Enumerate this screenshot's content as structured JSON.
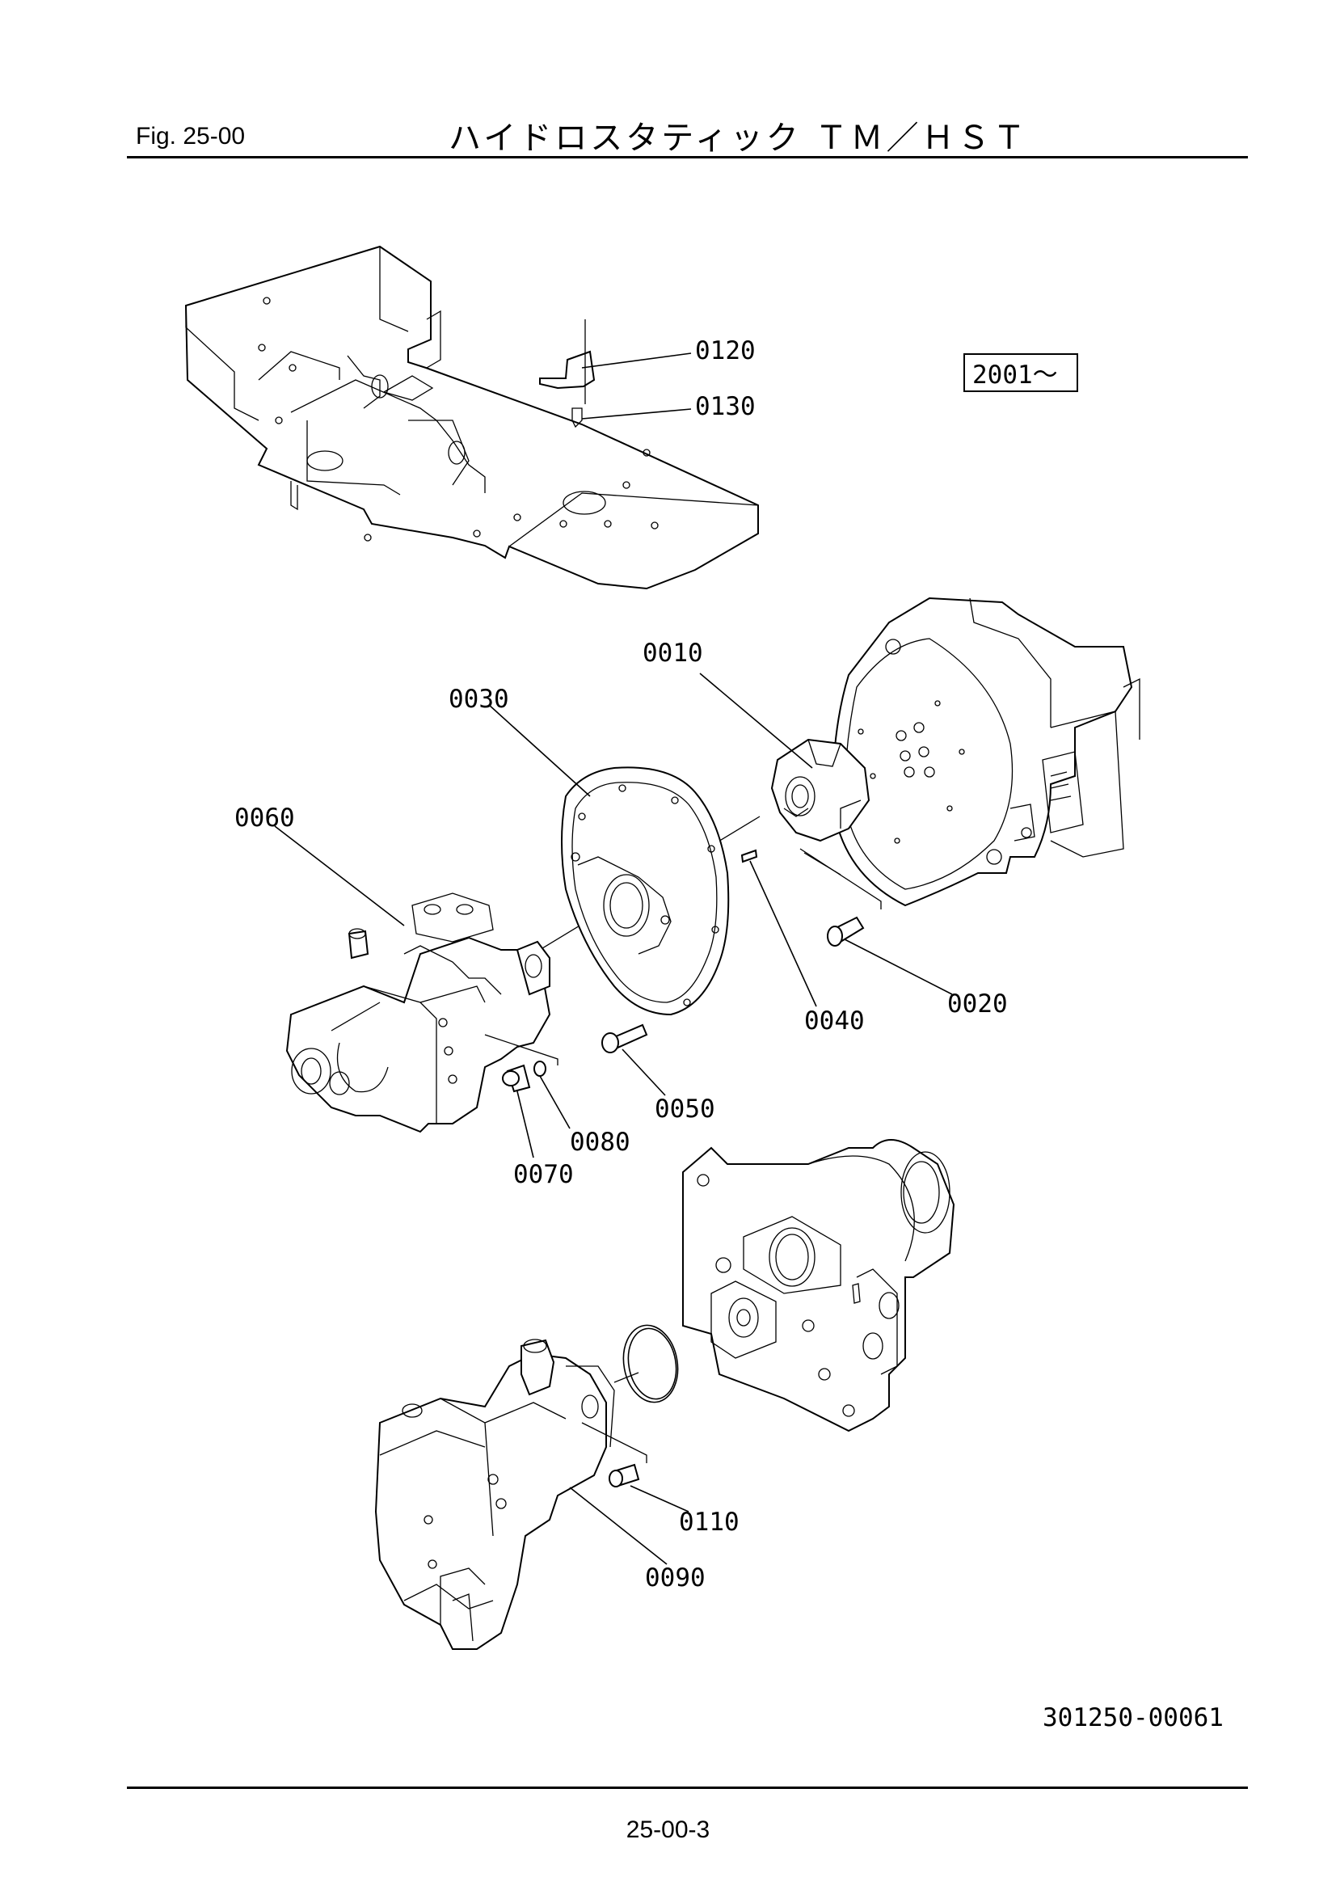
{
  "header": {
    "fig_label": "Fig.  25-00",
    "title": "ハイドロスタティック ＴＭ／ＨＳＴ"
  },
  "serial_box": "2001～",
  "drawing_number": "301250-00061",
  "page_number": "25-00-3",
  "callouts": {
    "p0010": "0010",
    "p0020": "0020",
    "p0030": "0030",
    "p0040": "0040",
    "p0050": "0050",
    "p0060": "0060",
    "p0070": "0070",
    "p0080": "0080",
    "p0090": "0090",
    "p0110": "0110",
    "p0120": "0120",
    "p0130": "0130"
  }
}
